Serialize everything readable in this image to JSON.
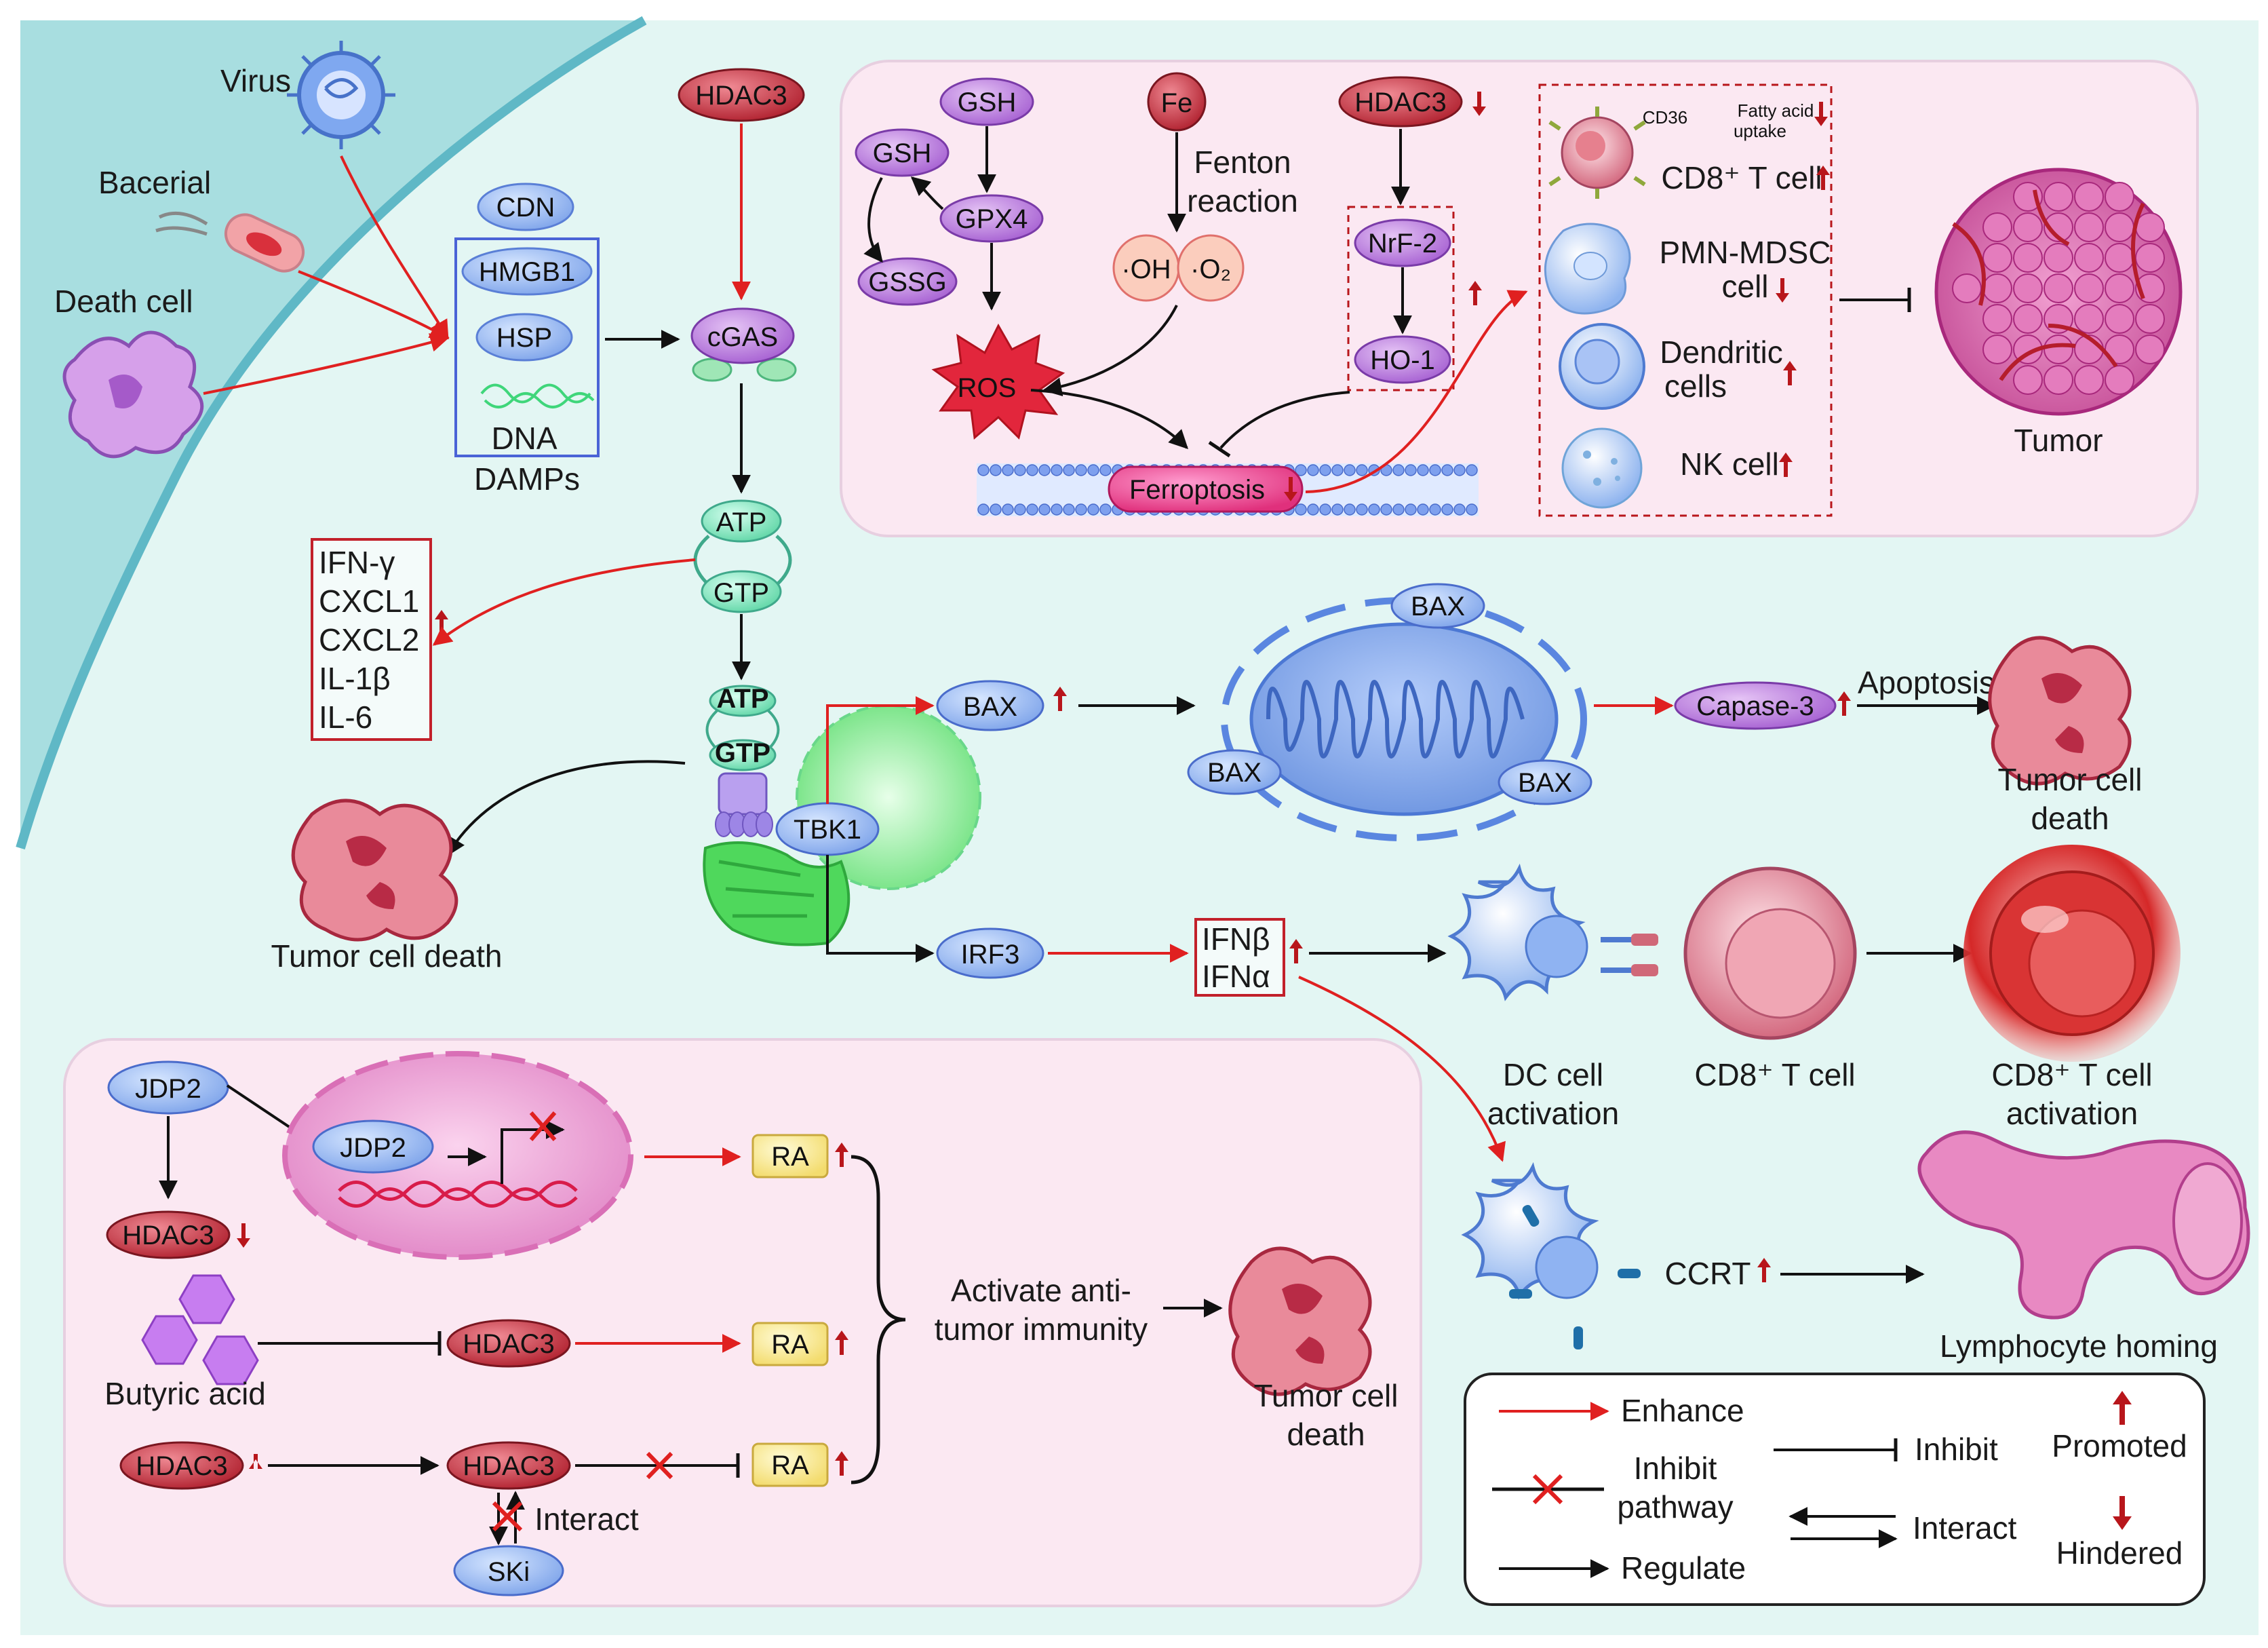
{
  "pathogens": {
    "virus": "Virus",
    "bacteria": "Bacerial",
    "death_cell": "Death cell"
  },
  "damps": {
    "items": [
      "CDN",
      "HMGB1",
      "HSP"
    ],
    "dna": "DNA",
    "label": "DAMPs"
  },
  "center": {
    "hdac3": "HDAC3",
    "cgas": "cGAS",
    "atp": "ATP",
    "gtp": "GTP",
    "atp_small": "ATP",
    "gtp_small": "GTP",
    "tbk1": "TBK1",
    "bax": "BAX",
    "irf3": "IRF3"
  },
  "cytokines": [
    "IFN-γ",
    "CXCL1",
    "CXCL2",
    "IL-1β",
    "IL-6"
  ],
  "tumor_death_left": "Tumor cell death",
  "ferroptosis_panel": {
    "gsh_top": "GSH",
    "gsh_left": "GSH",
    "gpx4": "GPX4",
    "gssg": "GSSG",
    "ros": "ROS",
    "fe": "Fe",
    "fenton": [
      "Fenton",
      "reaction"
    ],
    "oh": "·OH",
    "o2": "·O₂",
    "hdac3": "HDAC3",
    "nrf2": "NrF-2",
    "ho1": "HO-1",
    "ferroptosis": "Ferroptosis",
    "cd36": "CD36",
    "fatty_acid": [
      "Fatty acid",
      "uptake"
    ],
    "cd8": "CD8⁺ T cell",
    "pmn": [
      "PMN-MDSC",
      "cell"
    ],
    "dendritic": [
      "Dendritic",
      "cells"
    ],
    "nk": "NK cell",
    "tumor": "Tumor"
  },
  "mito": {
    "bax_top": "BAX",
    "bax_left": "BAX",
    "bax_right": "BAX",
    "caspase": "Capase-3",
    "apoptosis": "Apoptosis",
    "tumor_death": [
      "Tumor cell",
      "death"
    ]
  },
  "ifn": {
    "ifnb": "IFNβ",
    "ifna": "IFNα",
    "dc_activation": [
      "DC cell",
      "activation"
    ],
    "cd8": "CD8⁺ T cell",
    "cd8_activation": [
      "CD8⁺ T cell",
      "activation"
    ],
    "ccrt": "CCRT",
    "homing": "Lymphocyte homing"
  },
  "bottom_panel": {
    "jdp2": "JDP2",
    "jdp2_inner": "JDP2",
    "hdac3_a": "HDAC3",
    "ra1": "RA",
    "butyric": "Butyric acid",
    "hdac3_b": "HDAC3",
    "ra2": "RA",
    "hdac3_c": "HDAC3",
    "hdac3_d": "HDAC3",
    "ra3": "RA",
    "interact": "Interact",
    "ski": "SKi",
    "activate": [
      "Activate anti-",
      "tumor immunity"
    ],
    "tumor_death": [
      "Tumor cell",
      "death"
    ]
  },
  "legend": {
    "enhance": "Enhance",
    "inhibit_pathway": [
      "Inhibit",
      "pathway"
    ],
    "regulate": "Regulate",
    "inhibit": "Inhibit",
    "interact": "Interact",
    "promoted": "Promoted",
    "hindered": "Hindered"
  },
  "colors": {
    "enhance": "#e02020",
    "arrow_up": "#b8161b",
    "blue_pill": "#8fb1ee",
    "red_pill": "#c8303e",
    "purple_pill": "#b06bd6",
    "green_pill": "#7fe3b9",
    "pink_panel": "#fbe9f2",
    "bg": "#e6f7f5"
  }
}
